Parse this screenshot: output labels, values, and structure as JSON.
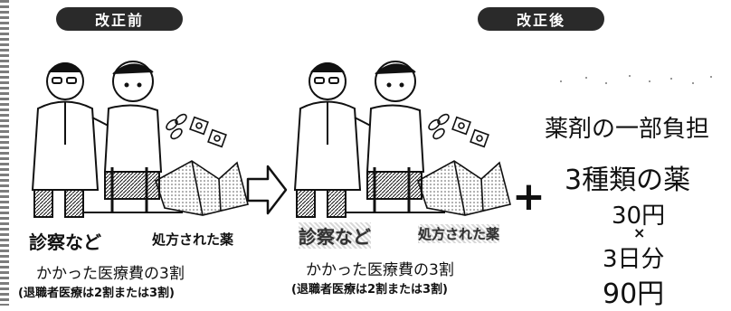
{
  "before": {
    "header": "改正前",
    "labels": {
      "care": "診察など",
      "prescribed": "処方された薬"
    },
    "cost": {
      "main": "かかった医療費の3割",
      "sub": "(退職者医療は2割または3割)"
    }
  },
  "after": {
    "header": "改正後",
    "labels": {
      "care": "診察など",
      "prescribed": "処方された薬"
    },
    "cost": {
      "main": "かかった医療費の3割",
      "sub": "(退職者医療は2割または3割)"
    }
  },
  "operator": "+",
  "drug_copay": {
    "title": "薬剤の一部負担",
    "line1": "3種類の薬",
    "line2": "30円",
    "times": "×",
    "line3": "3日分",
    "line4": "90円"
  },
  "colors": {
    "pill_bg": "#2a2a2a",
    "ink": "#111111"
  }
}
